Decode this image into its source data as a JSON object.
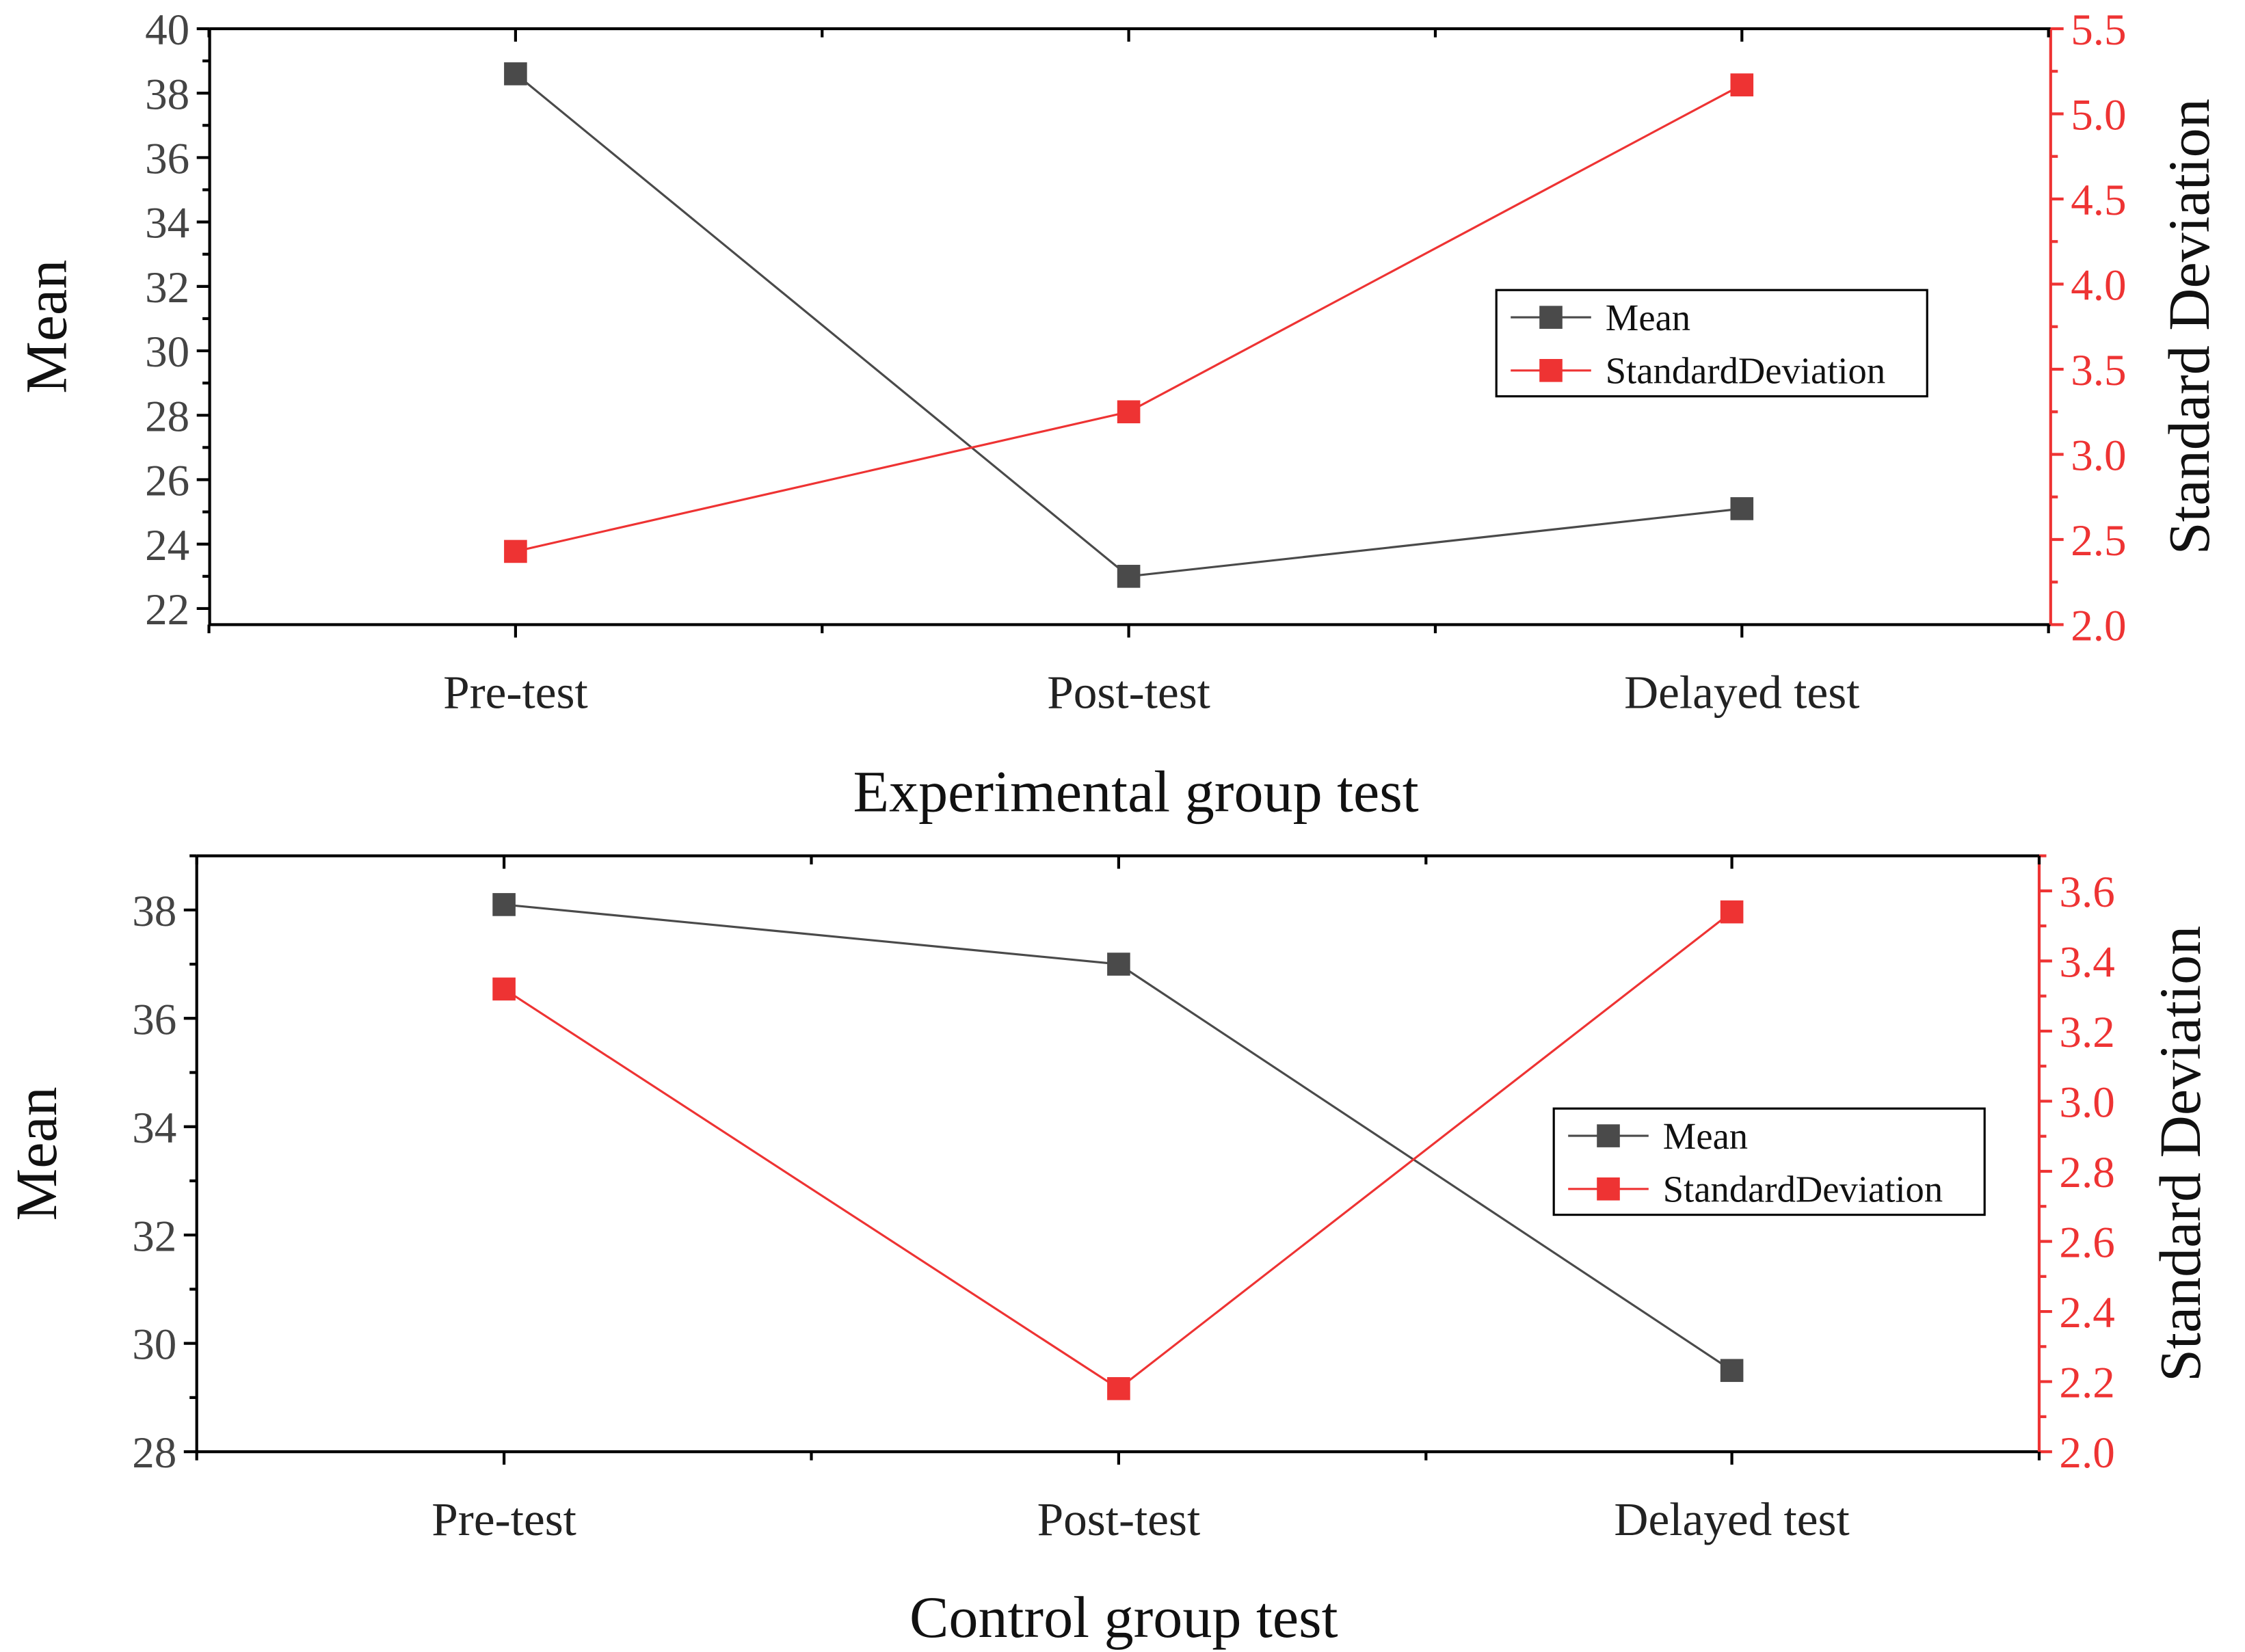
{
  "colors": {
    "mean": "#4a4a4a",
    "sd": "#ee3333",
    "axis": "#000000"
  },
  "legend_entries": {
    "mean": "Mean",
    "sd": "StandardDeviation"
  },
  "chart_data": [
    {
      "type": "line",
      "title": "Experimental group test",
      "categories": [
        "Pre-test",
        "Post-test",
        "Delayed test"
      ],
      "ylabel": "Mean",
      "y2label": "Standard Deviation",
      "ylim": [
        21.5,
        40
      ],
      "yticks": [
        "22",
        "24",
        "26",
        "28",
        "30",
        "32",
        "34",
        "36",
        "38",
        "40"
      ],
      "y2lim": [
        2.0,
        5.5
      ],
      "y2ticks": [
        "2.0",
        "2.5",
        "3.0",
        "3.5",
        "4.0",
        "4.5",
        "5.0",
        "5.5"
      ],
      "legend_position": "center-right",
      "series": [
        {
          "name": "Mean",
          "axis": "left",
          "values": [
            38.6,
            23.0,
            25.1
          ]
        },
        {
          "name": "StandardDeviation",
          "axis": "right",
          "values": [
            2.43,
            3.25,
            5.17
          ]
        }
      ]
    },
    {
      "type": "line",
      "title": "Control group test",
      "categories": [
        "Pre-test",
        "Post-test",
        "Delayed test"
      ],
      "ylabel": "Mean",
      "y2label": "Standard Deviation",
      "ylim": [
        28,
        39
      ],
      "yticks": [
        "28",
        "30",
        "32",
        "34",
        "36",
        "38"
      ],
      "y2lim": [
        2.0,
        3.7
      ],
      "y2ticks": [
        "2.0",
        "2.2",
        "2.4",
        "2.6",
        "2.8",
        "3.0",
        "3.2",
        "3.4",
        "3.6"
      ],
      "legend_position": "center-right",
      "series": [
        {
          "name": "Mean",
          "axis": "left",
          "values": [
            38.1,
            37.0,
            29.5
          ]
        },
        {
          "name": "StandardDeviation",
          "axis": "right",
          "values": [
            3.32,
            2.18,
            3.54
          ]
        }
      ]
    }
  ]
}
